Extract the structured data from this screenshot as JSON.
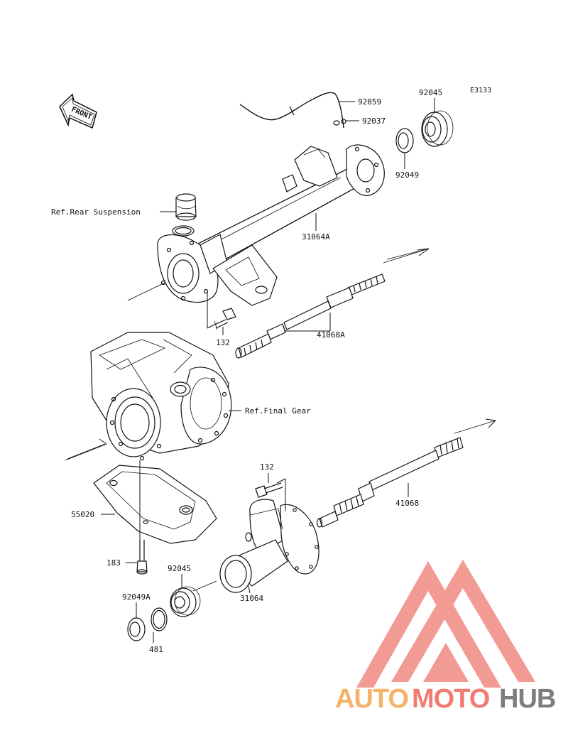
{
  "diagram_code": "E3133",
  "front_label": "FRONT",
  "labels": {
    "p92059": "92059",
    "p92045_top": "92045",
    "p92037": "92037",
    "p92049": "92049",
    "ref_rear_suspension": "Ref.Rear Suspension",
    "p31064A": "31064A",
    "p132_top": "132",
    "p41068A": "41068A",
    "ref_final_gear": "Ref.Final Gear",
    "p132_bottom": "132",
    "p41068": "41068",
    "p55020": "55020",
    "p183": "183",
    "p92045_bottom": "92045",
    "p31064": "31064",
    "p92049A": "92049A",
    "p481": "481"
  },
  "watermark": {
    "part1": "AUTO",
    "part2": "MOTO",
    "part3": "HUB",
    "color_orange": "#f7b26a",
    "color_red": "#f27c72",
    "color_gray": "#7d7d7d",
    "logo_color": "#f08a82"
  }
}
